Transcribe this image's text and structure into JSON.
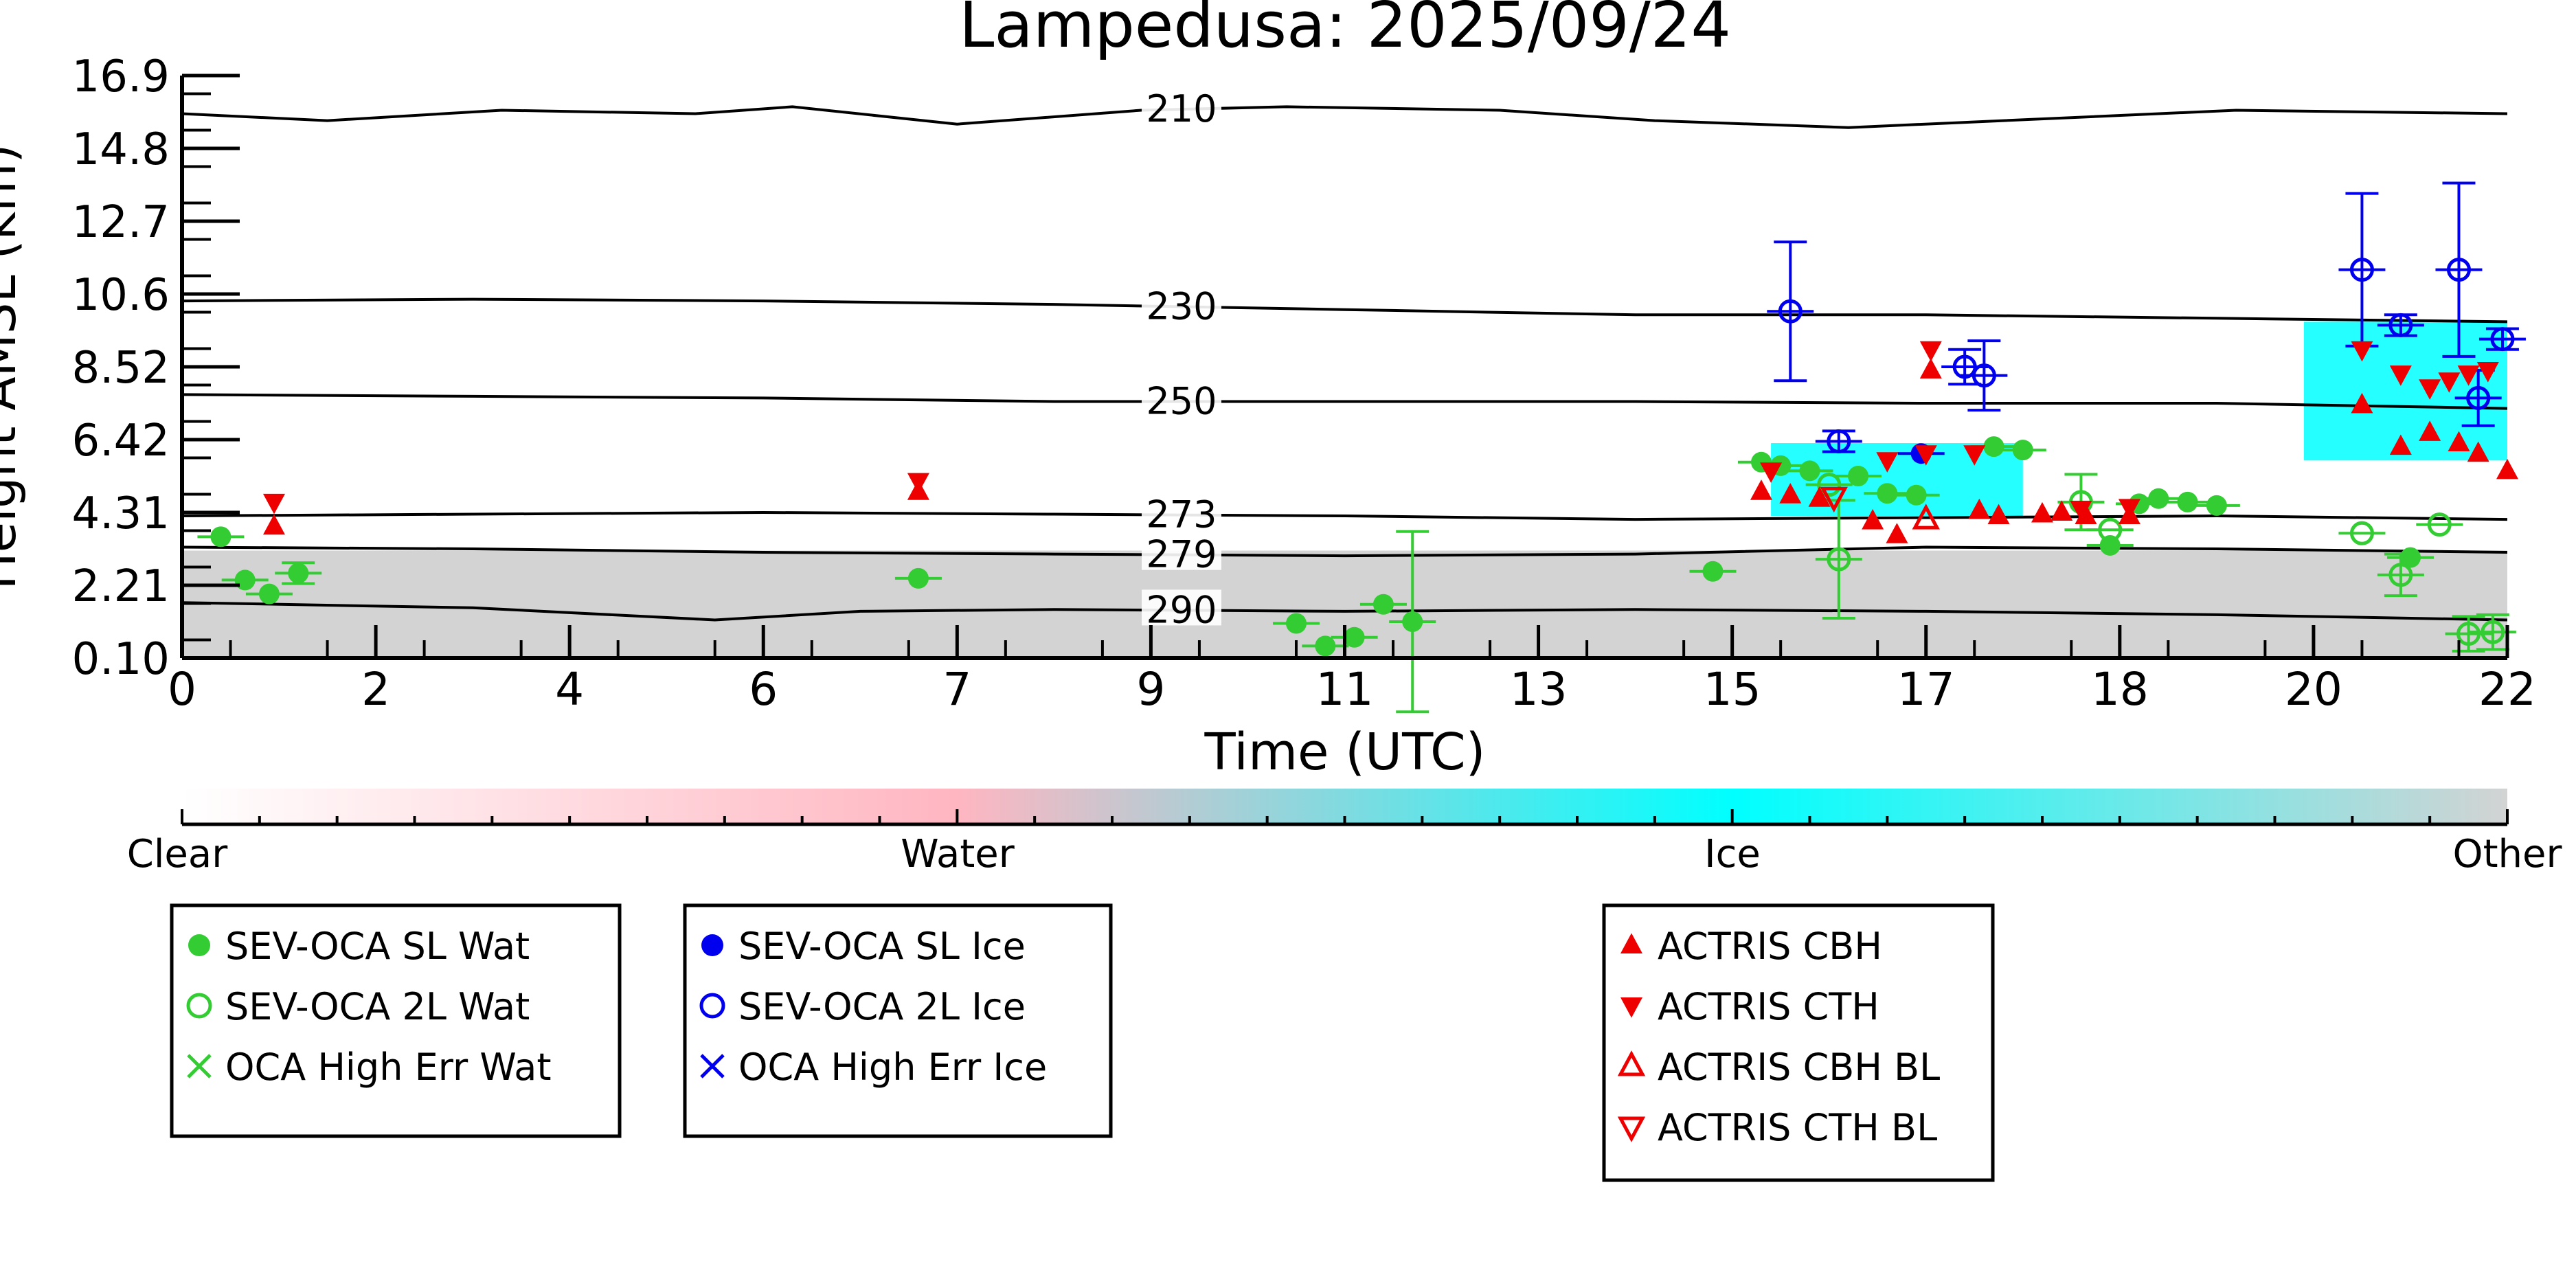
{
  "chart_data": {
    "type": "scatter",
    "title": "Lampedusa: 2025/09/24",
    "xlabel": "Time (UTC)",
    "ylabel": "Height AMSL (km)",
    "xlim": [
      0,
      24
    ],
    "ylim": [
      0.1,
      16.9
    ],
    "x_tick_labels": [
      "0",
      "2",
      "4",
      "6",
      "7",
      "9",
      "11",
      "13",
      "15",
      "17",
      "18",
      "20",
      "22"
    ],
    "y_tick_labels": [
      "16.9",
      "14.8",
      "12.7",
      "10.6",
      "8.52",
      "6.42",
      "4.31",
      "2.21",
      "0.10"
    ],
    "contours": [
      {
        "label": "210",
        "points": [
          [
            0,
            15.8
          ],
          [
            1.5,
            15.6
          ],
          [
            3.3,
            15.9
          ],
          [
            5.3,
            15.8
          ],
          [
            6.3,
            16.0
          ],
          [
            8.0,
            15.5
          ],
          [
            9.9,
            15.9
          ],
          [
            11.4,
            16.0
          ],
          [
            13.6,
            15.9
          ],
          [
            15.2,
            15.6
          ],
          [
            17.2,
            15.4
          ],
          [
            18.8,
            15.6
          ],
          [
            21.2,
            15.9
          ],
          [
            24,
            15.8
          ]
        ]
      },
      {
        "label": "230",
        "points": [
          [
            0,
            10.4
          ],
          [
            3,
            10.45
          ],
          [
            6,
            10.4
          ],
          [
            9,
            10.3
          ],
          [
            12,
            10.15
          ],
          [
            15,
            10.0
          ],
          [
            18,
            10.0
          ],
          [
            21,
            9.9
          ],
          [
            24,
            9.8
          ]
        ]
      },
      {
        "label": "250",
        "points": [
          [
            0,
            7.7
          ],
          [
            3,
            7.65
          ],
          [
            6,
            7.6
          ],
          [
            9,
            7.5
          ],
          [
            12,
            7.5
          ],
          [
            15,
            7.5
          ],
          [
            18,
            7.45
          ],
          [
            21,
            7.45
          ],
          [
            24,
            7.3
          ]
        ]
      },
      {
        "label": "273",
        "points": [
          [
            0,
            4.2
          ],
          [
            3,
            4.25
          ],
          [
            6,
            4.3
          ],
          [
            9,
            4.25
          ],
          [
            12,
            4.2
          ],
          [
            15,
            4.1
          ],
          [
            18,
            4.15
          ],
          [
            21,
            4.2
          ],
          [
            24,
            4.1
          ]
        ]
      },
      {
        "label": "279",
        "points": [
          [
            0,
            3.3
          ],
          [
            3,
            3.25
          ],
          [
            6,
            3.15
          ],
          [
            9,
            3.1
          ],
          [
            12,
            3.05
          ],
          [
            15,
            3.1
          ],
          [
            18,
            3.3
          ],
          [
            21,
            3.25
          ],
          [
            24,
            3.15
          ]
        ]
      },
      {
        "label": "290",
        "points": [
          [
            0,
            1.7
          ],
          [
            3,
            1.55
          ],
          [
            5.5,
            1.2
          ],
          [
            7,
            1.45
          ],
          [
            9,
            1.5
          ],
          [
            12,
            1.45
          ],
          [
            15,
            1.5
          ],
          [
            18,
            1.45
          ],
          [
            21,
            1.35
          ],
          [
            24,
            1.2
          ]
        ]
      }
    ],
    "series": [
      {
        "name": "SEV-OCA SL Wat",
        "color": "#33cc33",
        "marker": "filled-circle",
        "points": [
          [
            0.4,
            3.6,
            0.15
          ],
          [
            0.65,
            2.35,
            0.15
          ],
          [
            0.9,
            1.95,
            0.2
          ],
          [
            1.2,
            2.55,
            0.3
          ],
          [
            7.6,
            2.4,
            0.15
          ],
          [
            11.5,
            1.1,
            0.15
          ],
          [
            11.8,
            0.45,
            0.1
          ],
          [
            12.1,
            0.7,
            0.1
          ],
          [
            12.4,
            1.65,
            0.1
          ],
          [
            12.7,
            1.15,
            2.6
          ],
          [
            15.8,
            2.6,
            0.15
          ],
          [
            16.3,
            5.75,
            0.2
          ],
          [
            16.5,
            5.65,
            0.2
          ],
          [
            16.8,
            5.5,
            0.2
          ],
          [
            17.3,
            5.35,
            0.2
          ],
          [
            17.6,
            4.85,
            0.2
          ],
          [
            17.9,
            4.8,
            0.2
          ],
          [
            18.7,
            6.2,
            0.2
          ],
          [
            19.0,
            6.1,
            0.2
          ],
          [
            19.9,
            3.35,
            0.2
          ],
          [
            20.2,
            4.55,
            0.2
          ],
          [
            20.4,
            4.7,
            0.2
          ],
          [
            20.7,
            4.6,
            0.2
          ],
          [
            21.0,
            4.5,
            0.2
          ],
          [
            23.0,
            3.0,
            0.2
          ]
        ]
      },
      {
        "name": "SEV-OCA 2L Wat",
        "color": "#33cc33",
        "marker": "open-circle",
        "points": [
          [
            17.0,
            5.1,
            0.15
          ],
          [
            17.1,
            2.95,
            1.7
          ],
          [
            19.6,
            4.6,
            0.8
          ],
          [
            19.9,
            3.8,
            0.2
          ],
          [
            22.5,
            3.7,
            0.2
          ],
          [
            22.9,
            2.5,
            0.6
          ],
          [
            23.3,
            3.95,
            0.2
          ],
          [
            23.6,
            0.8,
            0.5
          ],
          [
            23.85,
            0.85,
            0.5
          ]
        ]
      },
      {
        "name": "OCA High Err Wat",
        "color": "#33cc33",
        "marker": "x",
        "points": []
      },
      {
        "name": "SEV-OCA SL Ice",
        "color": "#0000ee",
        "marker": "filled-circle",
        "points": [
          [
            17.95,
            6.0,
            0.15
          ]
        ]
      },
      {
        "name": "SEV-OCA 2L Ice",
        "color": "#0000ee",
        "marker": "open-circle",
        "points": [
          [
            16.6,
            10.1,
            2.0
          ],
          [
            17.1,
            6.35,
            0.3
          ],
          [
            18.4,
            8.5,
            0.5
          ],
          [
            18.6,
            8.25,
            1.0
          ],
          [
            22.5,
            11.3,
            2.2
          ],
          [
            22.9,
            9.7,
            0.3
          ],
          [
            23.5,
            11.3,
            2.5
          ],
          [
            23.7,
            7.6,
            0.8
          ],
          [
            23.95,
            9.3,
            0.3
          ]
        ]
      },
      {
        "name": "OCA High Err Ice",
        "color": "#0000ee",
        "marker": "x",
        "points": []
      },
      {
        "name": "ACTRIS CBH",
        "color": "#ee0000",
        "marker": "filled-triangle-up",
        "points": [
          [
            0.95,
            3.9
          ],
          [
            7.6,
            4.9
          ],
          [
            16.3,
            4.9
          ],
          [
            16.6,
            4.8
          ],
          [
            16.9,
            4.7
          ],
          [
            17.45,
            4.05
          ],
          [
            17.7,
            3.65
          ],
          [
            18.05,
            8.4
          ],
          [
            18.55,
            4.35
          ],
          [
            18.75,
            4.2
          ],
          [
            19.2,
            4.25
          ],
          [
            19.4,
            4.3
          ],
          [
            19.65,
            4.2
          ],
          [
            20.1,
            4.2
          ],
          [
            22.5,
            7.4
          ],
          [
            22.9,
            6.2
          ],
          [
            23.2,
            6.6
          ],
          [
            23.5,
            6.3
          ],
          [
            23.7,
            6.0
          ],
          [
            24.0,
            5.5
          ]
        ]
      },
      {
        "name": "ACTRIS CTH",
        "color": "#ee0000",
        "marker": "filled-triangle-down",
        "points": [
          [
            0.95,
            4.6
          ],
          [
            7.6,
            5.2
          ],
          [
            16.4,
            5.5
          ],
          [
            17.6,
            5.8
          ],
          [
            18.0,
            6.0
          ],
          [
            18.05,
            9.0
          ],
          [
            18.5,
            6.0
          ],
          [
            19.6,
            4.4
          ],
          [
            20.1,
            4.45
          ],
          [
            22.5,
            9.0
          ],
          [
            22.9,
            8.3
          ],
          [
            23.2,
            7.9
          ],
          [
            23.4,
            8.1
          ],
          [
            23.6,
            8.3
          ],
          [
            23.8,
            8.4
          ]
        ]
      },
      {
        "name": "ACTRIS CBH BL",
        "color": "#ee0000",
        "marker": "open-triangle-up",
        "points": [
          [
            18.0,
            4.1
          ]
        ]
      },
      {
        "name": "ACTRIS CTH BL",
        "color": "#ee0000",
        "marker": "open-triangle-down",
        "points": [
          [
            17.05,
            4.75
          ]
        ]
      }
    ],
    "colorbar": {
      "labels": [
        "Clear",
        "Water",
        "Ice",
        "Other"
      ],
      "colors": [
        "#ffffff",
        "#ffb6c1",
        "#00ffff",
        "#d3d3d3"
      ]
    },
    "legend": [
      [
        {
          "label": "SEV-OCA SL Wat",
          "marker": "filled-circle",
          "color": "#33cc33"
        },
        {
          "label": "SEV-OCA 2L Wat",
          "marker": "open-circle",
          "color": "#33cc33"
        },
        {
          "label": "OCA High Err Wat",
          "marker": "x",
          "color": "#33cc33"
        }
      ],
      [
        {
          "label": "SEV-OCA SL Ice",
          "marker": "filled-circle",
          "color": "#0000ee"
        },
        {
          "label": "SEV-OCA 2L Ice",
          "marker": "open-circle",
          "color": "#0000ee"
        },
        {
          "label": "OCA High Err Ice",
          "marker": "x",
          "color": "#0000ee"
        }
      ],
      [
        {
          "label": "ACTRIS CBH",
          "marker": "filled-triangle-up",
          "color": "#ee0000"
        },
        {
          "label": "ACTRIS CTH",
          "marker": "filled-triangle-down",
          "color": "#ee0000"
        },
        {
          "label": "ACTRIS CBH BL",
          "marker": "open-triangle-up",
          "color": "#ee0000"
        },
        {
          "label": "ACTRIS CTH BL",
          "marker": "open-triangle-down",
          "color": "#ee0000"
        }
      ]
    ],
    "background_regions": [
      {
        "class": "Other",
        "x_range": [
          0,
          24
        ],
        "height_range": [
          0.1,
          3.2
        ]
      },
      {
        "class": "Ice",
        "x_range": [
          16.4,
          19.0
        ],
        "height_range": [
          4.2,
          6.3
        ]
      },
      {
        "class": "Ice",
        "x_range": [
          21.9,
          24
        ],
        "height_range": [
          5.8,
          9.8
        ]
      }
    ]
  }
}
